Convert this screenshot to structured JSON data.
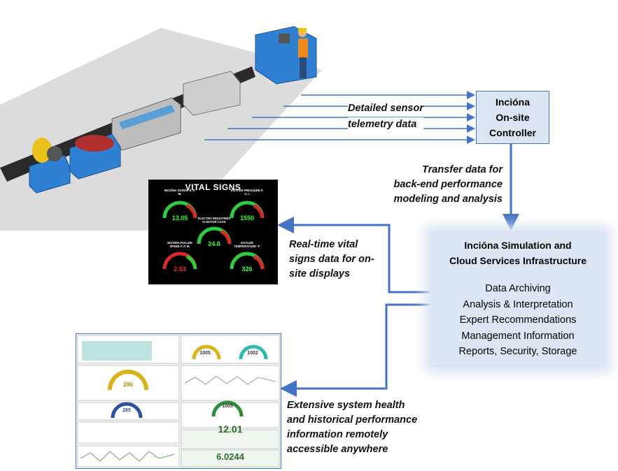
{
  "labels": {
    "sensor_telemetry": [
      "Detailed sensor",
      "telemetry data"
    ],
    "transfer": [
      "Transfer data for",
      "back-end performance",
      "modeling and analysis"
    ],
    "realtime": [
      "Real-time vital",
      "signs data for on-",
      "site displays"
    ],
    "extensive": [
      "Extensive system health",
      "and historical performance",
      "information remotely",
      "accessible anywhere"
    ]
  },
  "controller": {
    "lines": [
      "Incióna",
      "On-site",
      "Controller"
    ]
  },
  "cloud": {
    "title_lines": [
      "Incióna Simulation and",
      "Cloud Services Infrastructure"
    ],
    "services": [
      "Data Archiving",
      "Analysis & Interpretation",
      "Expert Recommendations",
      "Management Information",
      "Reports, Security, Storage"
    ]
  },
  "vital_signs": {
    "title": "VITAL SIGNS",
    "gauges": [
      {
        "label": "INCIÓNA SCREW R. P. M.",
        "value": "13.05",
        "color": "#39ff39"
      },
      {
        "label": "KISTLER PRESSURE P. S. I.",
        "value": "1550",
        "color": "#39ff39"
      },
      {
        "label": "ELECTRO INDUSTRIES % MOTOR LOAD",
        "value": "24.8",
        "color": "#39ff39"
      },
      {
        "label": "INCIÓNA PULLER SPEED F. P. M.",
        "value": "2.53",
        "color": "#ff2a2a"
      },
      {
        "label": "KISTLER TEMPERATURE °F",
        "value": "326",
        "color": "#39ff39"
      }
    ]
  },
  "dashboard": {
    "gauge_values": [
      "1005",
      "1002",
      "296",
      "285",
      "1005"
    ],
    "big_values": [
      "12.01",
      "6.0244"
    ]
  },
  "colors": {
    "arrow": "#4472c4",
    "box_fill": "#dbe5f4"
  }
}
